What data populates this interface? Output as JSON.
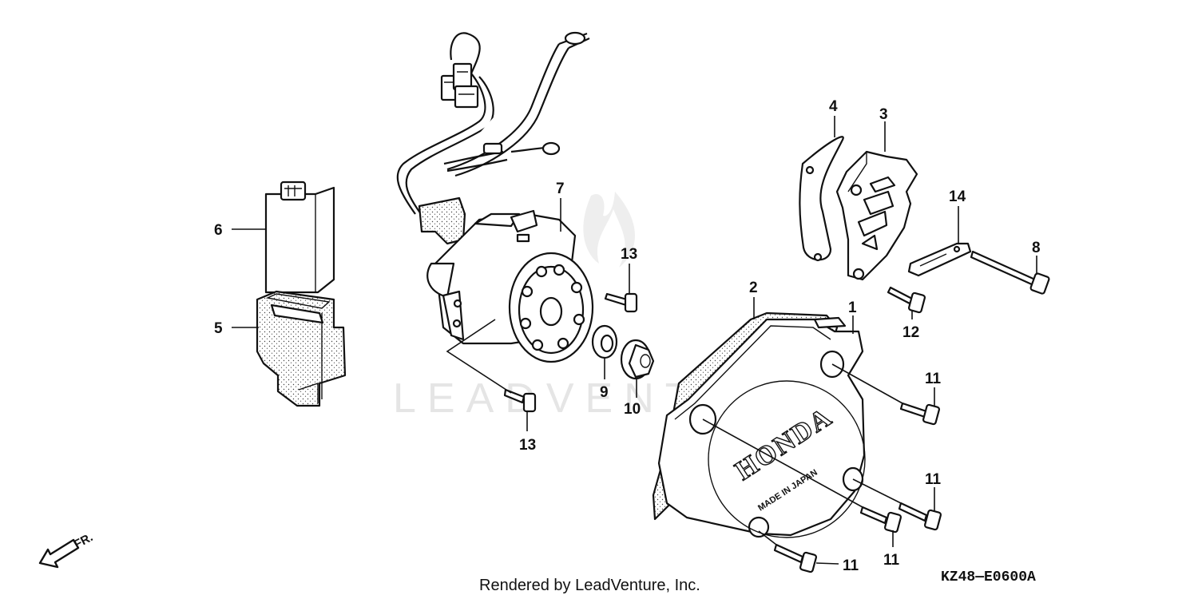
{
  "watermark": "LEADVENTURE",
  "footer": {
    "rendered_by": "Rendered by LeadVenture, Inc.",
    "diagram_code": "KZ48—E0600A"
  },
  "direction_marker": {
    "label": "FR.",
    "icon": "front-direction-arrow-icon"
  },
  "cover_markings": {
    "brand": "HONDA",
    "origin": "MADE IN JAPAN"
  },
  "callouts": [
    {
      "id": "c1",
      "label": "1"
    },
    {
      "id": "c2",
      "label": "2"
    },
    {
      "id": "c3",
      "label": "3"
    },
    {
      "id": "c4",
      "label": "4"
    },
    {
      "id": "c5",
      "label": "5"
    },
    {
      "id": "c6",
      "label": "6"
    },
    {
      "id": "c7",
      "label": "7"
    },
    {
      "id": "c8",
      "label": "8"
    },
    {
      "id": "c9",
      "label": "9"
    },
    {
      "id": "c10",
      "label": "10"
    },
    {
      "id": "c11a",
      "label": "11"
    },
    {
      "id": "c11b",
      "label": "11"
    },
    {
      "id": "c11c",
      "label": "11"
    },
    {
      "id": "c11d",
      "label": "11"
    },
    {
      "id": "c12",
      "label": "12"
    },
    {
      "id": "c13a",
      "label": "13"
    },
    {
      "id": "c13b",
      "label": "13"
    },
    {
      "id": "c14",
      "label": "14"
    }
  ]
}
